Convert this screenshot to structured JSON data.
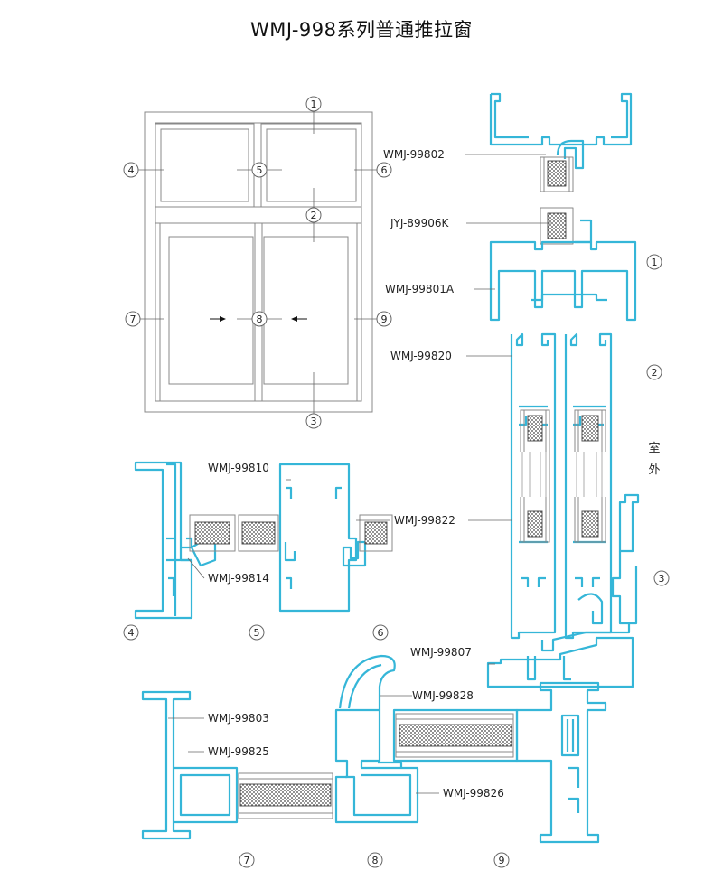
{
  "title": "WMJ-998系列普通推拉窗",
  "markers": {
    "m1": "1",
    "m2": "2",
    "m3": "3",
    "m4": "4",
    "m5": "5",
    "m6": "6",
    "m7": "7",
    "m8": "8",
    "m9": "9"
  },
  "parts": {
    "p99802": "WMJ-99802",
    "p89906k": "JYJ-89906K",
    "p99801a": "WMJ-99801A",
    "p99820": "WMJ-99820",
    "p99810": "WMJ-99810",
    "p99822": "WMJ-99822",
    "p99814": "WMJ-99814",
    "p99807": "WMJ-99807",
    "p99828": "WMJ-99828",
    "p99803": "WMJ-99803",
    "p99825": "WMJ-99825",
    "p99826": "WMJ-99826"
  },
  "outside": {
    "c1": "室",
    "c2": "外"
  },
  "colors": {
    "profile": "#35b6d8",
    "line": "#555555",
    "glass": "#777777"
  }
}
